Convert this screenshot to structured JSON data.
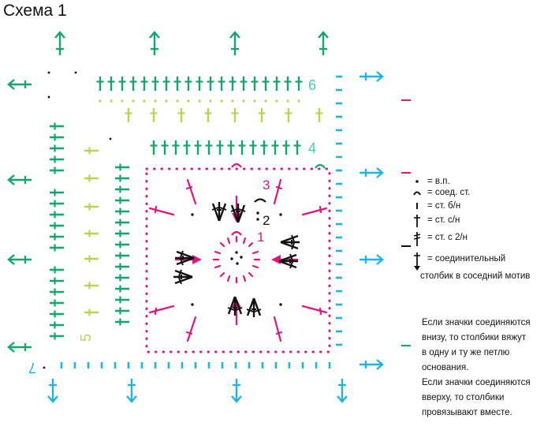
{
  "title": "Схема 1",
  "colors": {
    "green": "#13a56a",
    "lime": "#bdd24f",
    "cyan": "#1fb2e2",
    "magenta": "#e0157e",
    "black": "#111111",
    "teal_label": "#4bc8b6"
  },
  "row_numbers": {
    "r1": "1",
    "r2": "2",
    "r3": "3",
    "r4": "4",
    "r5": "5",
    "r6": "6",
    "r7": "7"
  },
  "legend": [
    {
      "icon": "chain-dot-icon",
      "text": "= в.п."
    },
    {
      "icon": "slip-stitch-arc-icon",
      "text": "= соед. ст."
    },
    {
      "icon": "single-crochet-icon",
      "text": "= ст. б/н"
    },
    {
      "icon": "double-crochet-icon",
      "text": "= ст. с/н"
    },
    {
      "icon": "treble-crochet-icon",
      "text": "= ст. с 2/н"
    },
    {
      "icon": "joining-stitch-arrow-icon",
      "text": "= соединительный"
    }
  ],
  "legend_continuation": "столбик в соседний мотив",
  "notes": [
    "Если значки соединяются",
    "внизу, то столбики вяжут",
    "в одну и ту же петлю",
    "основания.",
    "Если значки соединяются",
    "вверху, то столбики",
    "провязывают вместе."
  ]
}
